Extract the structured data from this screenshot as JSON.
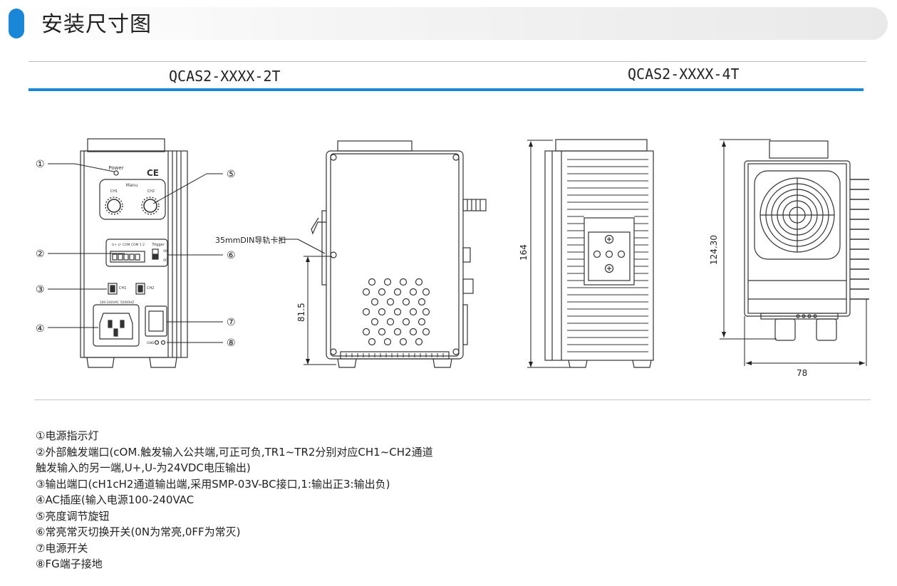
{
  "header": {
    "title": "安装尺寸图",
    "accent_color": "#1a86d8"
  },
  "models": {
    "left": "QCAS2-XXXX-2T",
    "right": "QCAS2-XXXX-4T"
  },
  "front_panel": {
    "power_label": "Power",
    "ce_mark": "CE",
    "manu_label": "Manu",
    "ch1_label": "CH1",
    "ch2_label": "CH2",
    "trigger_label": "Trigger",
    "terminal_label": "U+ U- COM COM 1 2",
    "on_label": "ON",
    "off_label": "OFF",
    "out_ch1": "CH1",
    "out_ch2": "CH2",
    "ac_label": "100-240VAC 50/60HZ",
    "gnd_label": "GND"
  },
  "callouts": [
    "①",
    "②",
    "③",
    "④",
    "⑤",
    "⑥",
    "⑦",
    "⑧"
  ],
  "side_view": {
    "din_label": "35mmDIN导轨卡扣",
    "height_dim": "81.5"
  },
  "rear_view": {
    "height_dim": "164"
  },
  "end_view": {
    "height_dim": "124.30",
    "width_dim": "78"
  },
  "notes": [
    "①电源指示灯",
    "②外部触发端口(cOM.触发输入公共端,可正可负,TR1~TR2分别对应CH1~CH2通道",
    "触发输入的另一端,U+,U-为24VDC电压输出)",
    "③输出端口(cH1cH2通道输出端,采用SMP-03V-BC接口,1:输出正3:输出负)",
    "④AC插座(输入电源100-240VAC",
    "⑤亮度调节旋钮",
    "⑥常亮常灭切换开关(0N为常亮,0FF为常灭)",
    "⑦电源开关",
    "⑧FG端子接地"
  ]
}
